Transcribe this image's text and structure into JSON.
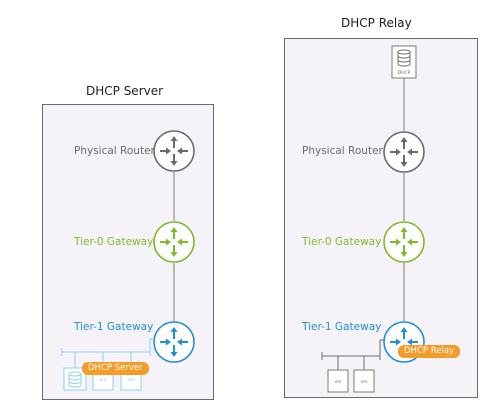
{
  "left": {
    "title": "DHCP Server",
    "physical_router": "Physical Router",
    "tier0": "Tier-0 Gateway",
    "tier1": "Tier-1 Gateway",
    "tag": "DHCP Server",
    "vm1": "vm",
    "vm2": "vm"
  },
  "right": {
    "title": "DHCP Relay",
    "server_label": "DHCP",
    "physical_router": "Physical Router",
    "tier0": "Tier-0 Gateway",
    "tier1": "Tier-1 Gateway",
    "tag": "DHCP Relay",
    "vm1": "vm",
    "vm2": "vm"
  },
  "colors": {
    "router_gray": "#6b6b6b",
    "tier0_green": "#7fba2a",
    "tier1_blue": "#1f8fd6",
    "tag_orange": "#f39c28",
    "panel_bg": "#f6f3f8"
  },
  "icons": [
    "router-icon",
    "database-icon",
    "vm-icon"
  ]
}
